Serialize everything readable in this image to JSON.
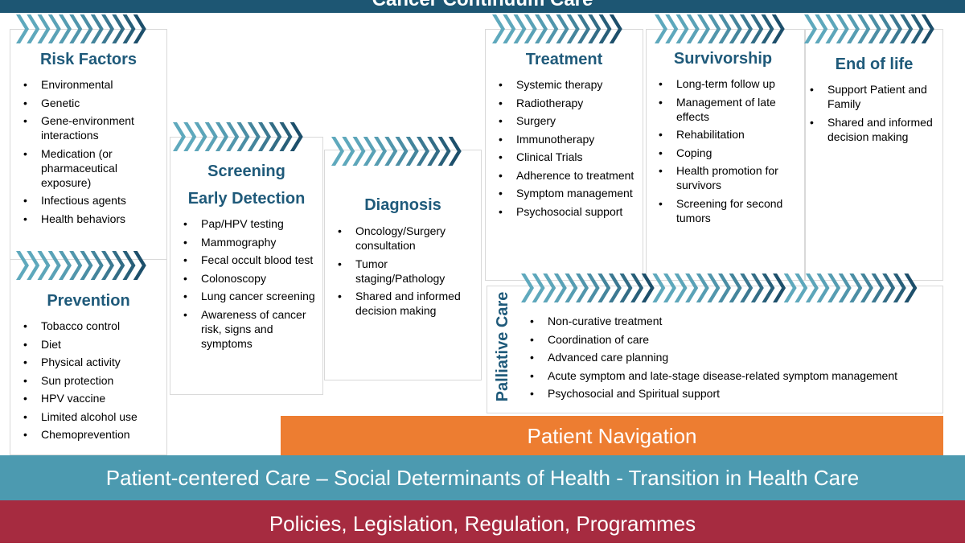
{
  "title": "Cancer Continuum Care",
  "colors": {
    "heading": "#1f5a7a",
    "chev_light": "#5fa9bd",
    "chev_dark": "#1d4f6b",
    "orange": "#ed7d31",
    "teal": "#4c9ab0",
    "red": "#a62b40"
  },
  "risk": {
    "title": "Risk Factors",
    "items": [
      "Environmental",
      "Genetic",
      "Gene-environment interactions",
      "Medication (or pharmaceutical exposure)",
      "Infectious agents",
      "Health behaviors"
    ]
  },
  "prevention": {
    "title": "Prevention",
    "items": [
      "Tobacco control",
      "Diet",
      "Physical activity",
      "Sun protection",
      "HPV vaccine",
      "Limited alcohol use",
      "Chemoprevention"
    ]
  },
  "screening": {
    "title": "Screening",
    "title2": "Early Detection",
    "items": [
      "Pap/HPV testing",
      "Mammography",
      "Fecal occult blood test",
      "Colonoscopy",
      "Lung cancer screening",
      "Awareness of cancer risk, signs and symptoms"
    ]
  },
  "diagnosis": {
    "title": "Diagnosis",
    "items": [
      "Oncology/Surgery consultation",
      "Tumor staging/Pathology",
      "Shared and informed decision making"
    ]
  },
  "treatment": {
    "title": "Treatment",
    "items": [
      "Systemic therapy",
      "Radiotherapy",
      "Surgery",
      "Immunotherapy",
      "Clinical Trials",
      "Adherence to treatment",
      "Symptom management",
      "Psychosocial support"
    ]
  },
  "survivorship": {
    "title": "Survivorship",
    "items": [
      "Long-term follow up",
      "Management of late effects",
      "Rehabilitation",
      "Coping",
      "Health promotion for survivors",
      "Screening for second tumors"
    ]
  },
  "endoflife": {
    "title": "End of life",
    "items": [
      "Support Patient and Family",
      "Shared and informed decision making"
    ]
  },
  "palliative": {
    "title": "Palliative Care",
    "items": [
      "Non-curative treatment",
      "Coordination of care",
      "Advanced care planning",
      "Acute symptom and late-stage disease-related symptom management",
      "Psychosocial and Spiritual support"
    ]
  },
  "bands": {
    "navigation": "Patient Navigation",
    "patient_centered": "Patient-centered Care – Social Determinants of Health - Transition in Health Care",
    "policies": "Policies, Legislation, Regulation, Programmes"
  }
}
